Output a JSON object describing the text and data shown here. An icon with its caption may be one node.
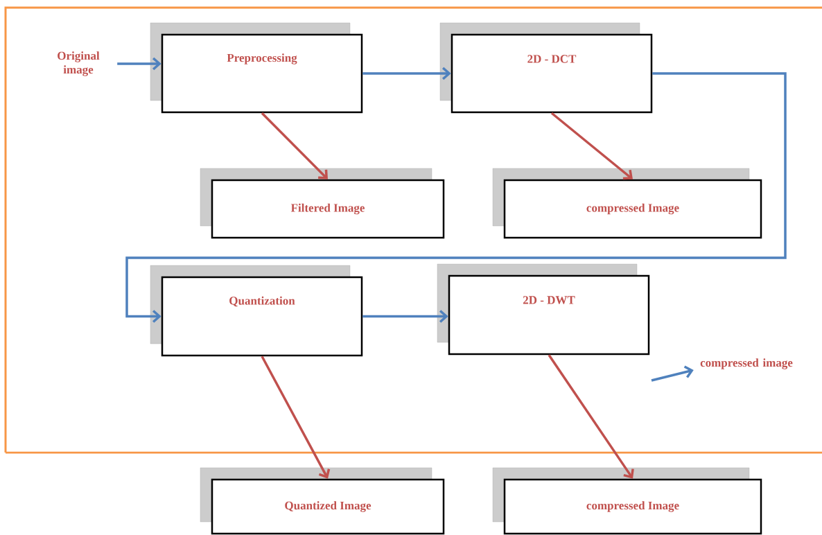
{
  "diagram": {
    "nodes": [
      {
        "text": [
          "Original image"
        ]
      },
      {
        "text": [
          "Preprocessing"
        ]
      },
      {
        "text": [
          "2D - DCT"
        ]
      },
      {
        "text": [
          "Filtered Image"
        ]
      },
      {
        "text": [
          "compressed Image"
        ]
      },
      {
        "text": [
          "Quantization"
        ]
      },
      {
        "text": [
          "2D - DWT"
        ]
      },
      {
        "text": [
          "compressed image"
        ]
      },
      {
        "text": [
          "Quantized Image"
        ]
      },
      {
        "text": [
          "compressed Image"
        ]
      }
    ],
    "edges": [
      {
        "from": 0,
        "to": 1,
        "arrow": "to"
      },
      {
        "from": 1,
        "to": 2,
        "arrow": "to"
      },
      {
        "from": 2,
        "to": 5,
        "arrow": "to"
      },
      {
        "from": 5,
        "to": 6,
        "arrow": "to"
      },
      {
        "from": null,
        "to": 7,
        "arrow": "to"
      },
      {
        "from": 1,
        "to": 3,
        "arrow": "to",
        "color": "#c0504d"
      },
      {
        "from": 2,
        "to": 4,
        "arrow": "to",
        "color": "#c0504d"
      },
      {
        "from": 5,
        "to": 8,
        "arrow": "to",
        "color": "#c0504d"
      },
      {
        "from": 6,
        "to": 9,
        "arrow": "to",
        "color": "#c0504d"
      }
    ]
  }
}
